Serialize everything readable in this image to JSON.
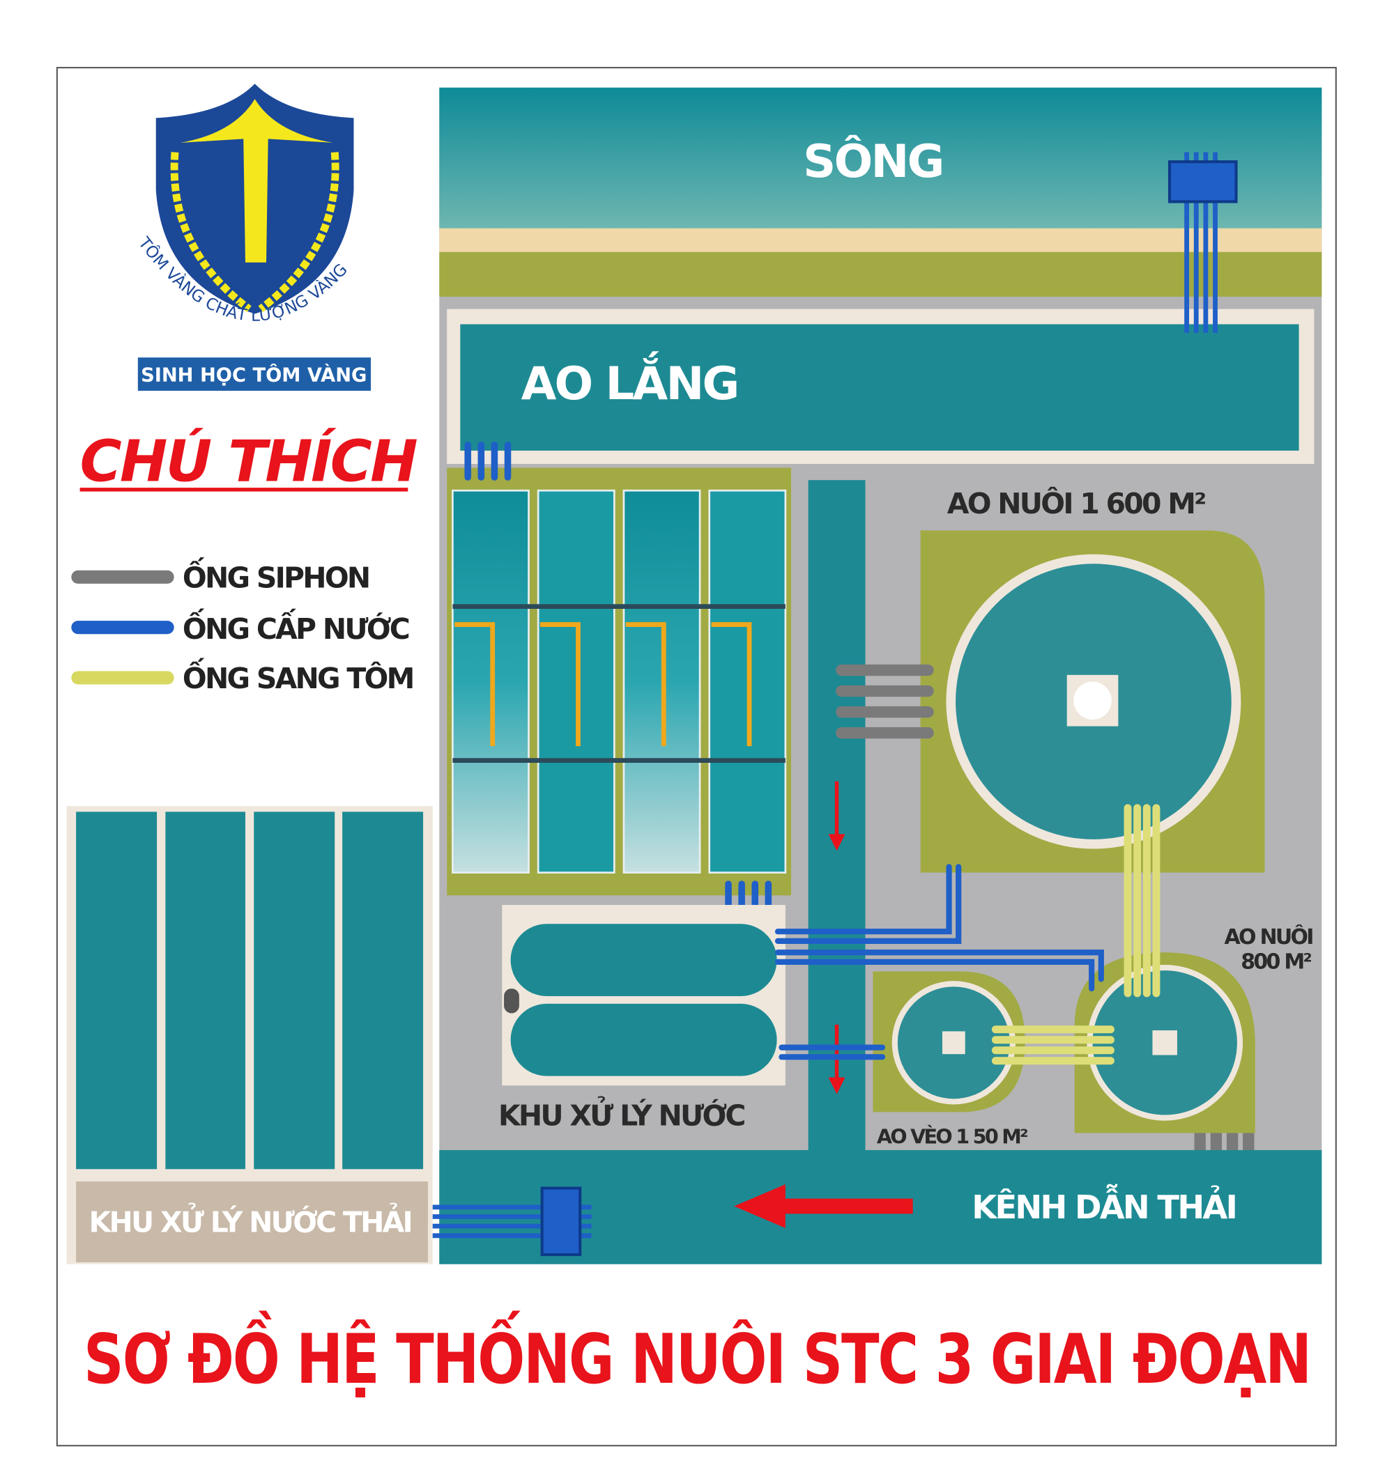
{
  "logo": {
    "ring_text": "TÔM VÀNG CHẤT LƯỢNG VÀNG",
    "banner": "SINH HỌC TÔM VÀNG"
  },
  "legend": {
    "title": "CHÚ THÍCH",
    "items": [
      {
        "label": "ỐNG SIPHON",
        "color": "#7a7a7a"
      },
      {
        "label": "ỐNG CẤP NƯỚC",
        "color": "#1f5fc8"
      },
      {
        "label": "ỐNG SANG TÔM",
        "color": "#d8d860"
      }
    ]
  },
  "areas": {
    "river": "SÔNG",
    "settling_pond": "AO LẮNG",
    "pond_large": "AO NUÔI 1 600 M²",
    "pond_medium_line1": "AO NUÔI",
    "pond_medium_line2": "800 M²",
    "nursery": "AO VÈO 1 50 M²",
    "water_treatment": "KHU XỬ LÝ NƯỚC",
    "wastewater_treatment": "KHU XỬ LÝ NƯỚC THẢI",
    "drain_channel": "KÊNH DẪN THẢI"
  },
  "title": "SƠ ĐỒ HỆ THỐNG NUÔI STC 3 GIAI ĐOẠN",
  "colors": {
    "water": "#1d8a93",
    "olive": "#a2aa44",
    "ground": "#b4b4b6",
    "cream": "#efe7dc",
    "red": "#e8131b",
    "navy": "#1c4898",
    "yellow": "#f4e81c"
  }
}
